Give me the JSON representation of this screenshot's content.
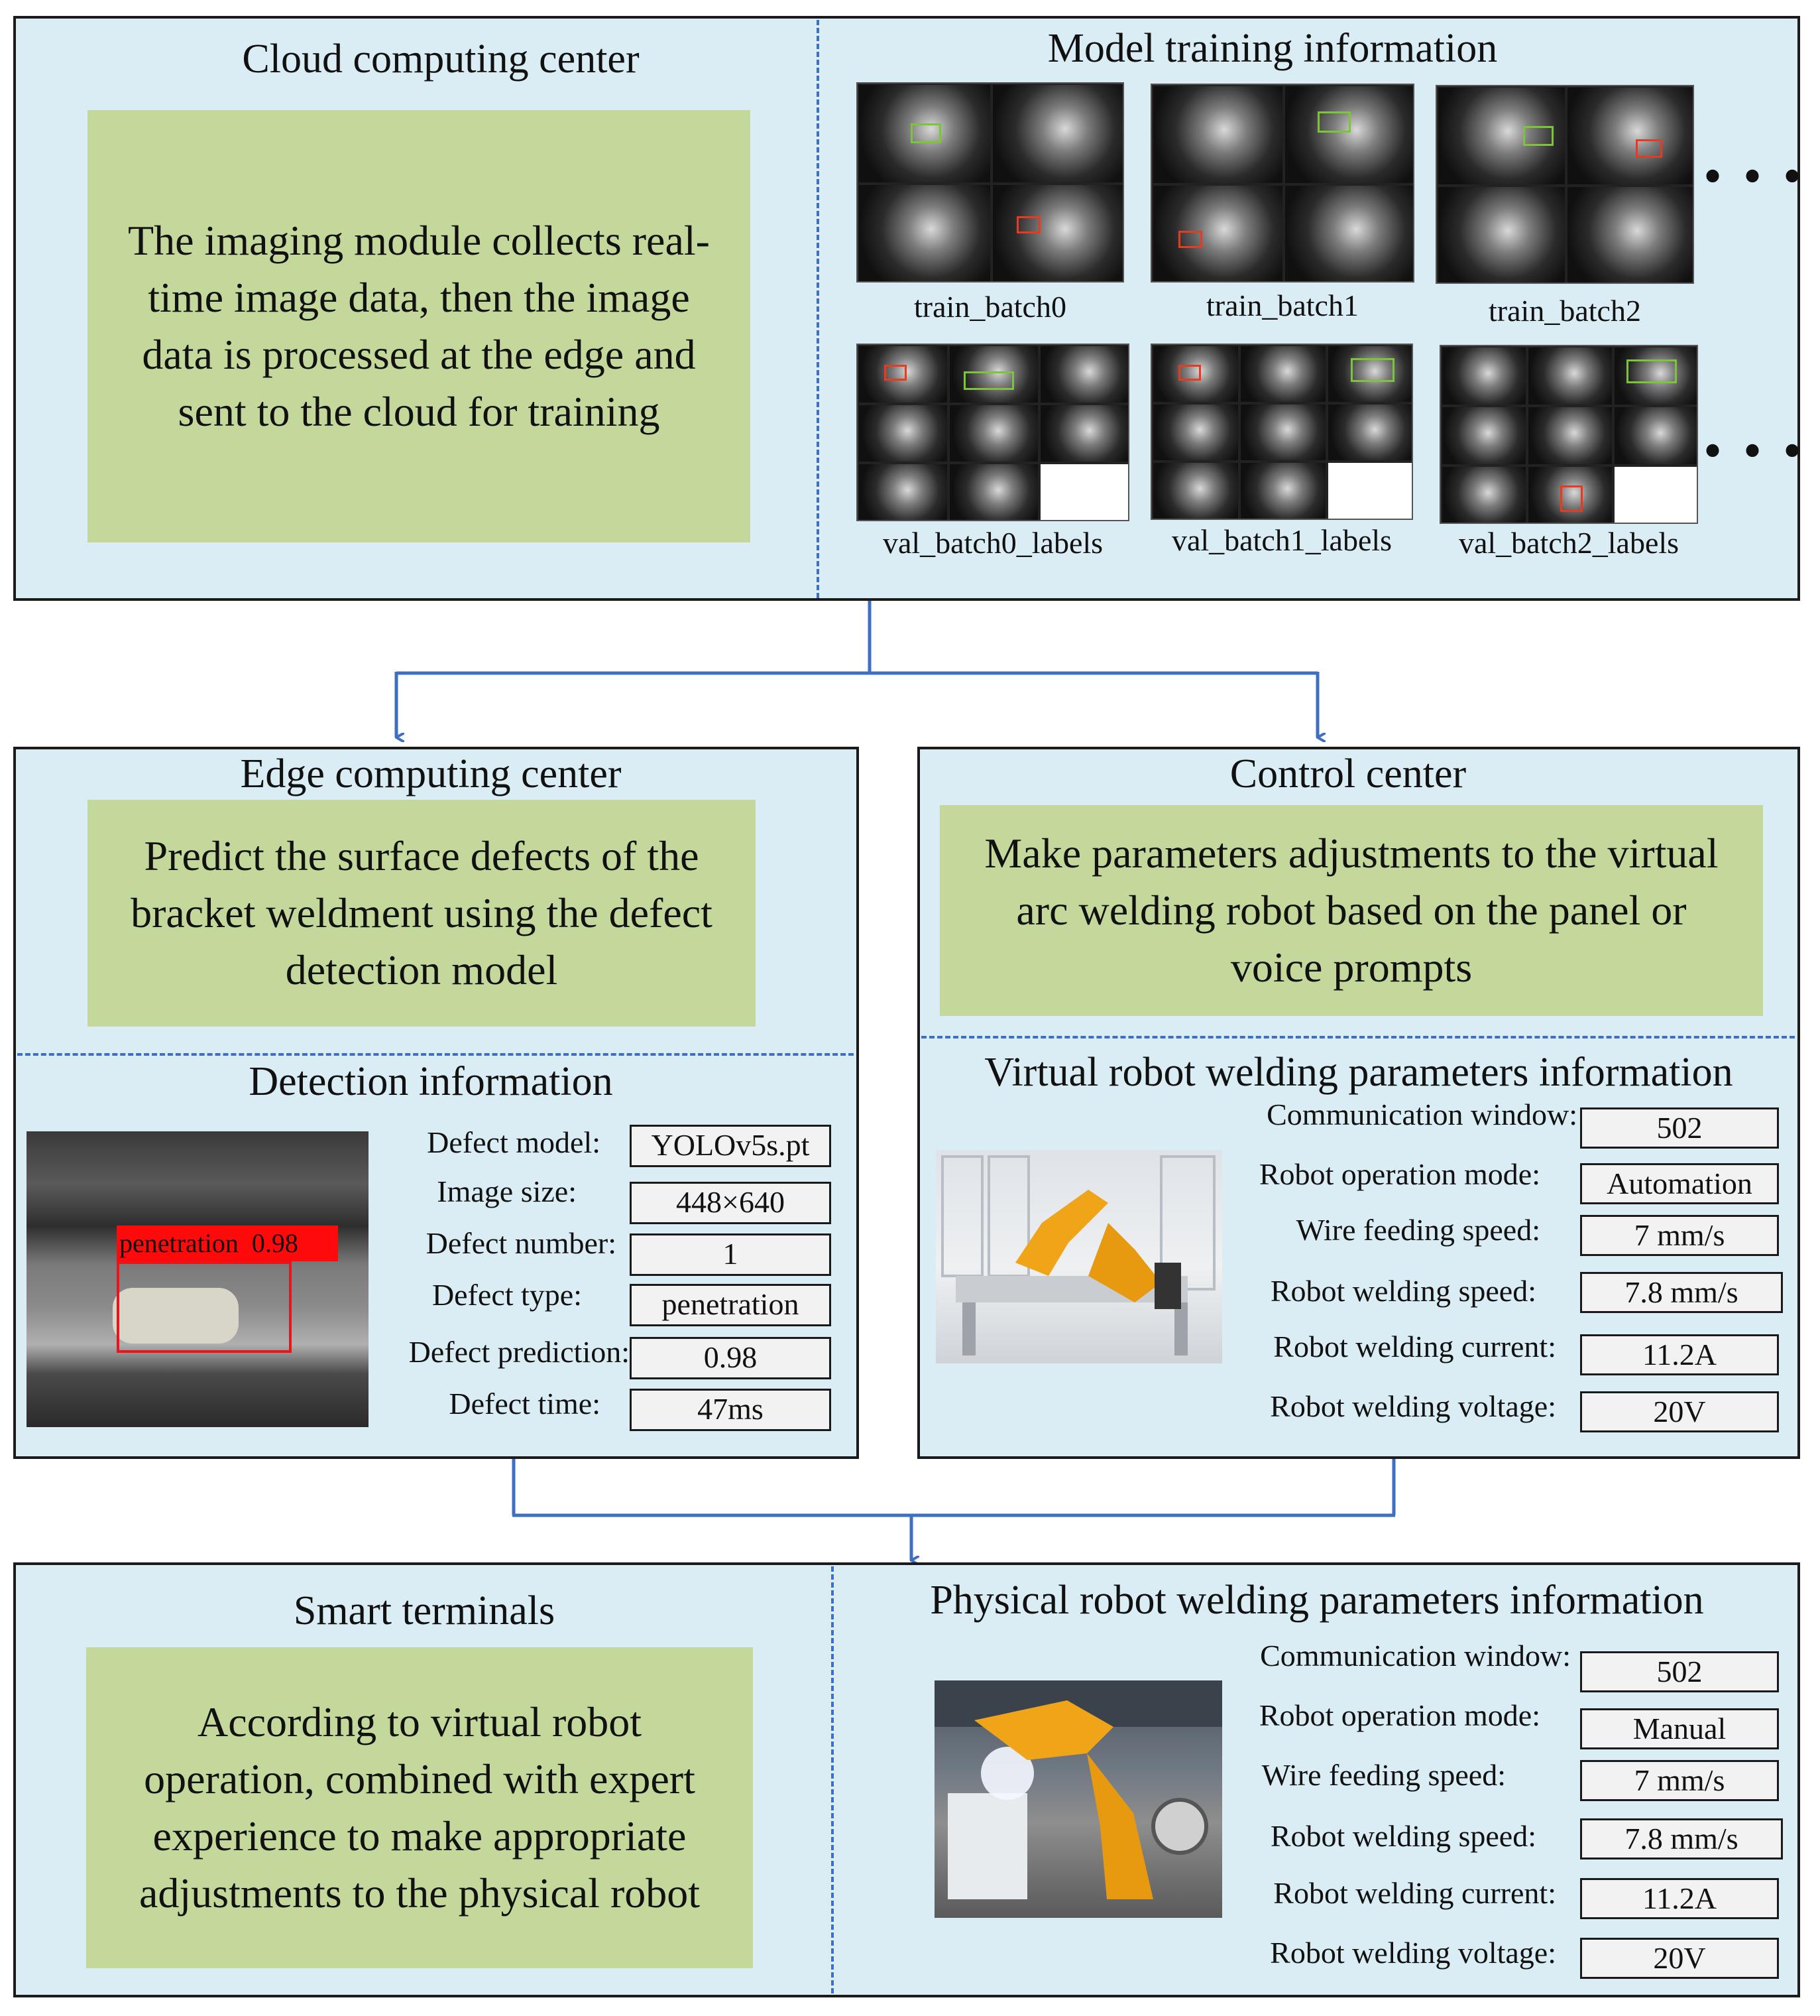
{
  "cloud": {
    "title": "Cloud computing center",
    "text": "The imaging module collects real-time image data, then the image data is processed at the edge and sent to the cloud for training"
  },
  "training": {
    "title": "Model training information",
    "train_batches": [
      "train_batch0",
      "train_batch1",
      "train_batch2"
    ],
    "val_batches": [
      "val_batch0_labels",
      "val_batch1_labels",
      "val_batch2_labels"
    ],
    "more": "• • •"
  },
  "edge": {
    "title": "Edge computing center",
    "text": "Predict the surface defects of the bracket weldment using the defect detection model"
  },
  "detection": {
    "title": "Detection information",
    "image_label": "penetration  0.98",
    "rows": [
      {
        "label": "Defect model:",
        "value": "YOLOv5s.pt"
      },
      {
        "label": "Image size:",
        "value": "448×640"
      },
      {
        "label": "Defect number:",
        "value": "1"
      },
      {
        "label": "Defect type:",
        "value": "penetration"
      },
      {
        "label": "Defect prediction:",
        "value": "0.98"
      },
      {
        "label": "Defect time:",
        "value": "47ms"
      }
    ]
  },
  "control": {
    "title": "Control center",
    "text": "Make parameters adjustments to the virtual arc welding robot based on the panel or voice prompts"
  },
  "virtual": {
    "title": "Virtual robot welding parameters information",
    "rows": [
      {
        "label": "Communication window:",
        "value": "502"
      },
      {
        "label": "Robot operation mode:",
        "value": "Automation"
      },
      {
        "label": "Wire feeding speed:",
        "value": "7 mm/s"
      },
      {
        "label": "Robot welding speed:",
        "value": "7.8 mm/s"
      },
      {
        "label": "Robot welding current:",
        "value": "11.2A"
      },
      {
        "label": "Robot welding voltage:",
        "value": "20V"
      }
    ]
  },
  "smart": {
    "title": "Smart terminals",
    "text": "According to virtual robot operation, combined with expert experience to make appropriate adjustments to the physical robot"
  },
  "physical": {
    "title": "Physical  robot welding parameters information",
    "rows": [
      {
        "label": "Communication window:",
        "value": "502"
      },
      {
        "label": "Robot operation mode:",
        "value": "Manual"
      },
      {
        "label": "Wire feeding speed:",
        "value": "7 mm/s"
      },
      {
        "label": "Robot welding speed:",
        "value": "7.8 mm/s"
      },
      {
        "label": "Robot welding current:",
        "value": "11.2A"
      },
      {
        "label": "Robot welding voltage:",
        "value": "20V"
      }
    ]
  },
  "colors": {
    "panel": "#daedf4",
    "text_box": "#c4d89c",
    "arrow": "#3f6fc0",
    "detection_box": "#e8151b"
  }
}
